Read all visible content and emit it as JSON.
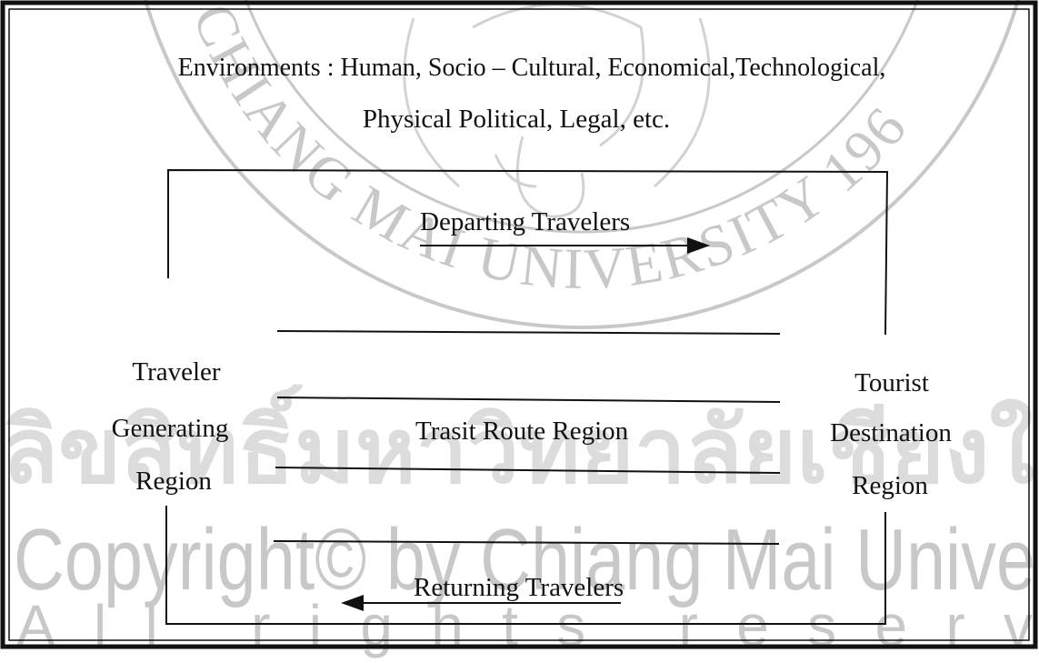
{
  "diagram": {
    "environments_line1": "Environments : Human, Socio – Cultural, Economical,Technological,",
    "environments_line2": "Physical Political, Legal, etc.",
    "departing": "Departing Travelers",
    "returning": "Returning Travelers",
    "generating_region": [
      "Traveler",
      "Generating",
      "Region"
    ],
    "transit_region": "Trasit Route Region",
    "destination_region": [
      "Tourist",
      "Destination",
      "Region"
    ]
  },
  "watermark": {
    "seal_text": "CHIANG MAI UNIVERSITY 196",
    "thai": "ลิขสิทธิ์มหาวิทยาลัยเชียงใ",
    "copyright": "Copyright© by Chiang Mai Unive",
    "rights": "All rights reserv"
  },
  "colors": {
    "ink": "#111111",
    "watermark": "#c8c8c8",
    "watermark_light": "#dcdcdc",
    "background": "#ffffff"
  }
}
